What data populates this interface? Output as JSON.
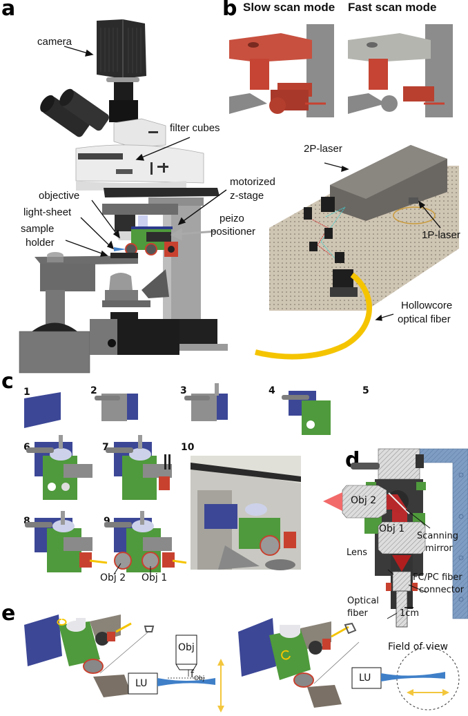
{
  "panels": {
    "a": {
      "letter": "a",
      "labels": {
        "camera": "camera",
        "filter_cubes": "filter cubes",
        "objective": "objective",
        "light_sheet": "light-sheet",
        "sample_holder_1": "sample",
        "sample_holder_2": "holder",
        "motorized_1": "motorized",
        "motorized_2": "z-stage",
        "peizo_1": "peizo",
        "peizo_2": "positioner"
      }
    },
    "b": {
      "letter": "b",
      "titles": {
        "slow": "Slow scan mode",
        "fast": "Fast scan mode"
      },
      "labels": {
        "laser_2p": "2P-laser",
        "laser_1p": "1P-laser",
        "fiber_1": "Hollowcore",
        "fiber_2": "optical fiber"
      }
    },
    "c": {
      "letter": "c",
      "steps": [
        "1",
        "2",
        "3",
        "4",
        "5",
        "6",
        "7",
        "8",
        "9",
        "10"
      ],
      "obj_labels": {
        "obj2": "Obj 2",
        "obj1": "Obj 1"
      }
    },
    "d": {
      "letter": "d",
      "labels": {
        "obj2": "Obj 2",
        "obj1": "Obj 1",
        "scanning_1": "Scanning",
        "scanning_2": "mirror",
        "lens": "Lens",
        "fc_1": "FC/PC fiber",
        "fc_2": "connector",
        "optical_1": "Optical",
        "optical_2": "fiber",
        "scale": "1cm"
      }
    },
    "e": {
      "letter": "e",
      "left": {
        "obj": "Obj",
        "lu": "LU",
        "f_main": "f",
        "f_sub": "Obj"
      },
      "right": {
        "lu": "LU",
        "fov": "Field of view"
      }
    }
  },
  "colors": {
    "fiber_yellow": "#f5c400",
    "mount_green": "#4f9a3c",
    "plate_blue": "#3c4796",
    "part_red": "#c8412f",
    "sheet_blue": "#3f7fc8",
    "beam_red": "#e0302a",
    "arrow_yellow": "#f3c63c",
    "table_beige": "#cfc5b3"
  }
}
